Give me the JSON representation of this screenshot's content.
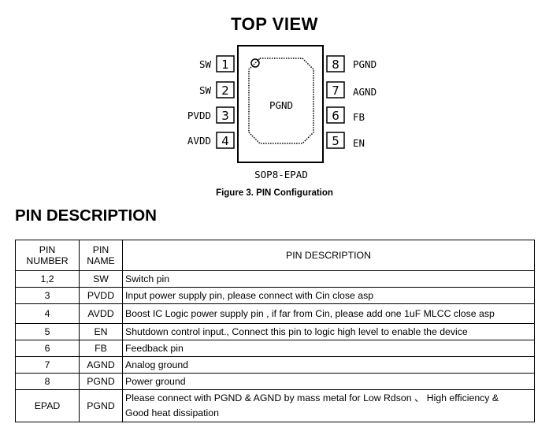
{
  "diagram": {
    "title": "TOP VIEW",
    "center_label": "PGND",
    "package_label": "SOP8-EPAD",
    "left_pins": [
      {
        "num": "1",
        "name": "SW"
      },
      {
        "num": "2",
        "name": "SW"
      },
      {
        "num": "3",
        "name": "PVDD"
      },
      {
        "num": "4",
        "name": "AVDD"
      }
    ],
    "right_pins": [
      {
        "num": "8",
        "name": "PGND"
      },
      {
        "num": "7",
        "name": "AGND"
      },
      {
        "num": "6",
        "name": "FB"
      },
      {
        "num": "5",
        "name": "EN"
      }
    ],
    "caption": "Figure 3.  PIN Configuration"
  },
  "section": {
    "title": "PIN DESCRIPTION"
  },
  "table": {
    "headers": {
      "number": "PIN\nNUMBER",
      "name": "PIN\nNAME",
      "description": "PIN DESCRIPTION"
    },
    "rows": [
      {
        "number": "1,2",
        "name": "SW",
        "description": "Switch pin"
      },
      {
        "number": "3",
        "name": "PVDD",
        "description": "Input  power  supply pin, please connect  with Cin close asp"
      },
      {
        "number": "4",
        "name": "AVDD",
        "description": "Boost IC Logic power supply pin , if far from Cin, please add one 1uF MLCC close asp"
      },
      {
        "number": "5",
        "name": "EN",
        "description": "Shutdown control input., Connect this pin to logic high level to enable the device"
      },
      {
        "number": "6",
        "name": "FB",
        "description": "Feedback pin"
      },
      {
        "number": "7",
        "name": "AGND",
        "description": "Analog ground"
      },
      {
        "number": "8",
        "name": "PGND",
        "description": "Power ground"
      },
      {
        "number": "EPAD",
        "name": "PGND",
        "description": "Please connect with PGND & AGND by mass metal for Low Rdson 、 High efficiency &\nGood heat dissipation"
      }
    ]
  }
}
